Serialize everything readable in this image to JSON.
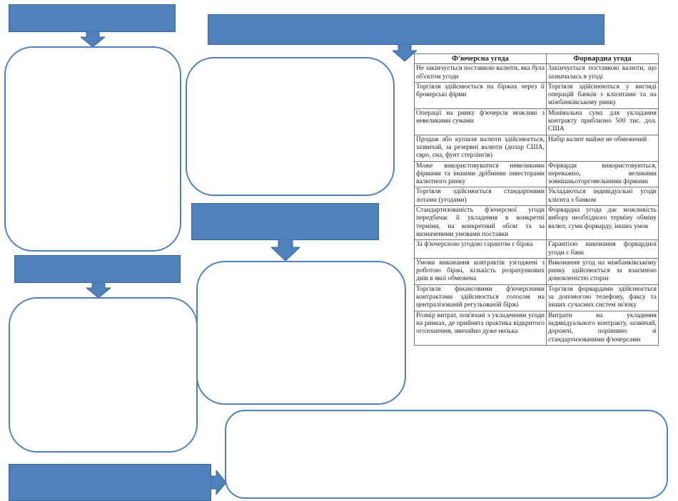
{
  "table": {
    "headers": [
      "Ф'ючерсна угода",
      "Форвардна угода"
    ],
    "rows": [
      [
        "Не закінчується поставкою валюти, яка була об'єктом угоди",
        "Закінчується поставкою валюти, що зазначалась в угоді"
      ],
      [
        "Торгівля здійснюється на біржах через її брокерські фірми",
        "Торгівля здійснюються у вигляді операцій банків з клієнтами та на міжбанківському ринку"
      ],
      [
        "Операції на ринку ф'ючерсів можливі з невеликими сумами",
        "Мінімальна сума для укладання контракту приблизно 500 тис. дол. США"
      ],
      [
        "Продаж або купівля валюти здійснюється, зазвичай, за резервні валюти (долар США, євро, єна, фунт стерлінгів)",
        "Набір валют майже не обмежений"
      ],
      [
        "Може використовуватися невеликими фірмами та іншими дрібними інвесторами валютного ринку",
        "Форварди використовуються, переважно, великими зовнішньоторговельними фірмами"
      ],
      [
        "Торгівля здійснюється стандартними лотами (угодами)",
        "Укладаються індивідуальні угоди клієнта з банком"
      ],
      [
        "Стандартизованість ф'ючерсної угоди передбачає її укладення в конкретні терміни, на конкретний обсяг та за визначеними умовами поставки",
        "Форвардна угода дає можливість вибору необхідного терміну обміну валют, суми форварду, інших умов"
      ],
      [
        "За ф'ючерсною угодою гарантом є біржа",
        "Гарантією виконання форвардної угоди є банк"
      ],
      [
        "Умови виконання контрактів узгоджені з роботою біржі, кількість розрахункових днів в якої обмежена",
        "Виконання угод на міжбанківському ринку здійснюється за взаємною домовленістю сторін"
      ],
      [
        "Торгівля фінансовими ф'ючерсними контрактами здійснюється голосом на централізованій регульованій біржі",
        "Торгівля форвардами здійснюється за допомогою телефону, факсу та інших сучасних систем зв'язку"
      ],
      [
        "Розмір витрат, пов'язані з укладенням угоди на ринках, де прийнята практика відкритого оголошення, звичайно дуже низька",
        "Витрати на укладення індивідуального контракту, зазвичай, дорожчі, порівняно зі стандартизованими ф'ючерсами"
      ]
    ]
  },
  "colors": {
    "accent": "#4f81bd",
    "border": "#3a6595"
  }
}
